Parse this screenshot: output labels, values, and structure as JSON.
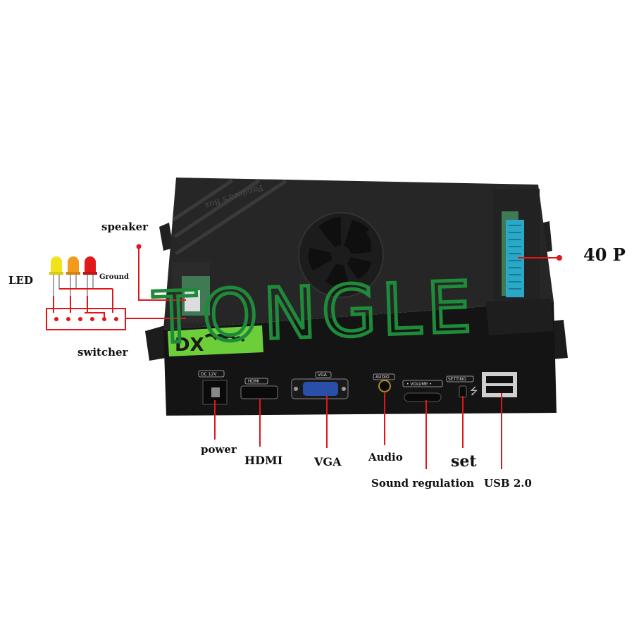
{
  "labels": {
    "speaker": "speaker",
    "led": "LED",
    "ground": "Ground",
    "switcher": "switcher",
    "forty_p": "40 P",
    "power": "power",
    "hdmi": "HDMI",
    "vga": "VGA",
    "audio": "Audio",
    "set": "set",
    "sound_regulation": "Sound regulation",
    "usb": "USB 2.0"
  },
  "device": {
    "top_print": "Pandora's Box",
    "badge_text": "DX",
    "port_labels": {
      "dc": "DC 12V",
      "hdmi": "HDMI",
      "vga": "VGA",
      "audio": "AUDIO",
      "volume": "• VOLUME •",
      "setting": "SETTING"
    }
  },
  "watermark": "TONGLE",
  "colors": {
    "annotation_red": "#e0161c",
    "watermark_green": "#1f8a3a",
    "device_body": "#1a1a1a",
    "vga_blue": "#2a4fa8",
    "connector_teal": "#2aa8c8",
    "led_yellow": "#f2e21a",
    "led_orange": "#f29a1a",
    "led_red": "#e01a1a"
  }
}
